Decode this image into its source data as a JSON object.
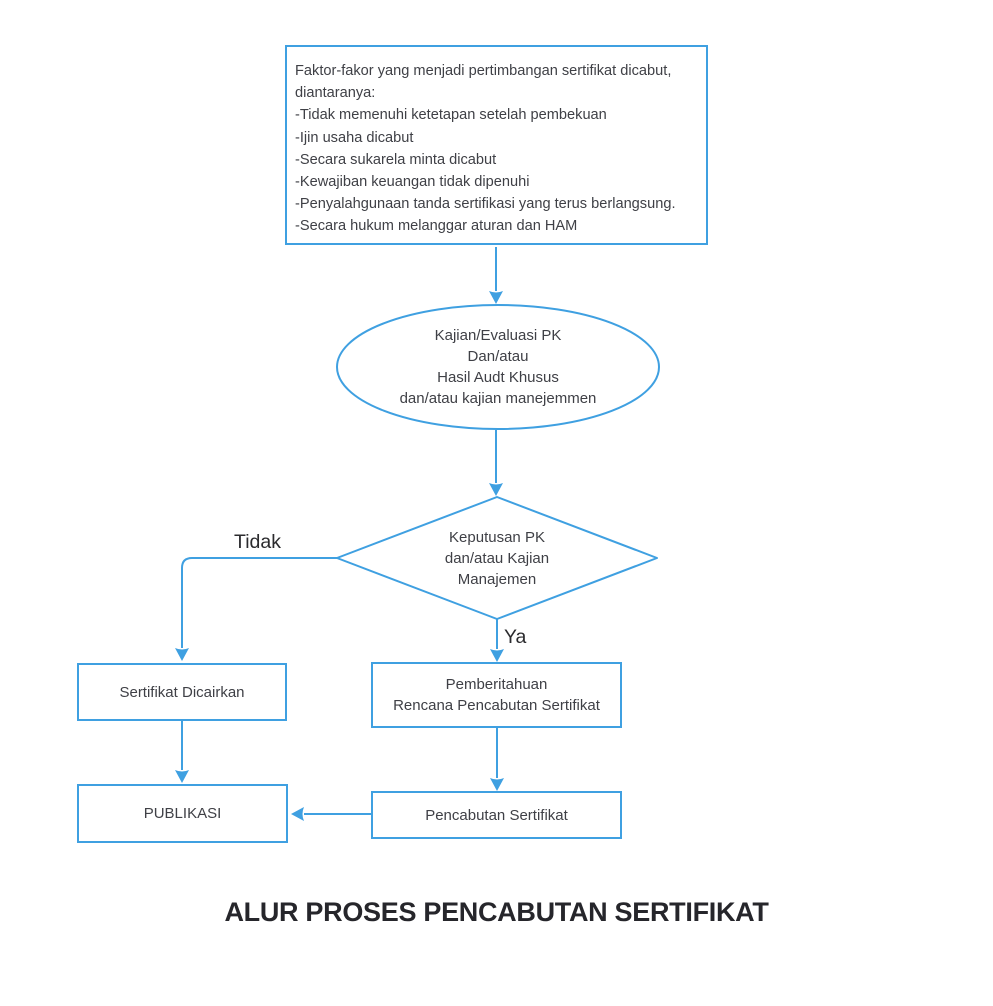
{
  "colors": {
    "accent": "#3fa0e1",
    "text": "#3f4046",
    "title": "#26262b"
  },
  "factors_box": {
    "lines": [
      "Faktor-fakor yang menjadi pertimbangan sertifikat dicabut,",
      "diantaranya:",
      "-Tidak memenuhi ketetapan setelah pembekuan",
      "-Ijin usaha dicabut",
      "-Secara sukarela minta dicabut",
      "-Kewajiban keuangan tidak dipenuhi",
      "-Penyalahgunaan tanda sertifikasi yang terus berlangsung.",
      "-Secara hukum melanggar aturan dan HAM"
    ]
  },
  "evaluation_ellipse": {
    "lines": [
      "Kajian/Evaluasi PK",
      "Dan/atau",
      "Hasil Audt Khusus",
      "dan/atau kajian manejemmen"
    ]
  },
  "decision_diamond": {
    "lines": [
      "Keputusan PK",
      "dan/atau Kajian",
      "Manajemen"
    ]
  },
  "edge_labels": {
    "no": "Tidak",
    "yes": "Ya"
  },
  "boxes": {
    "sertifikat_dicairkan": "Sertifikat Dicairkan",
    "pemberitahuan": {
      "lines": [
        "Pemberitahuan",
        "Rencana Pencabutan Sertifikat"
      ]
    },
    "publikasi": "PUBLIKASI",
    "pencabutan": "Pencabutan Sertifikat"
  },
  "title": "ALUR PROSES PENCABUTAN SERTIFIKAT"
}
